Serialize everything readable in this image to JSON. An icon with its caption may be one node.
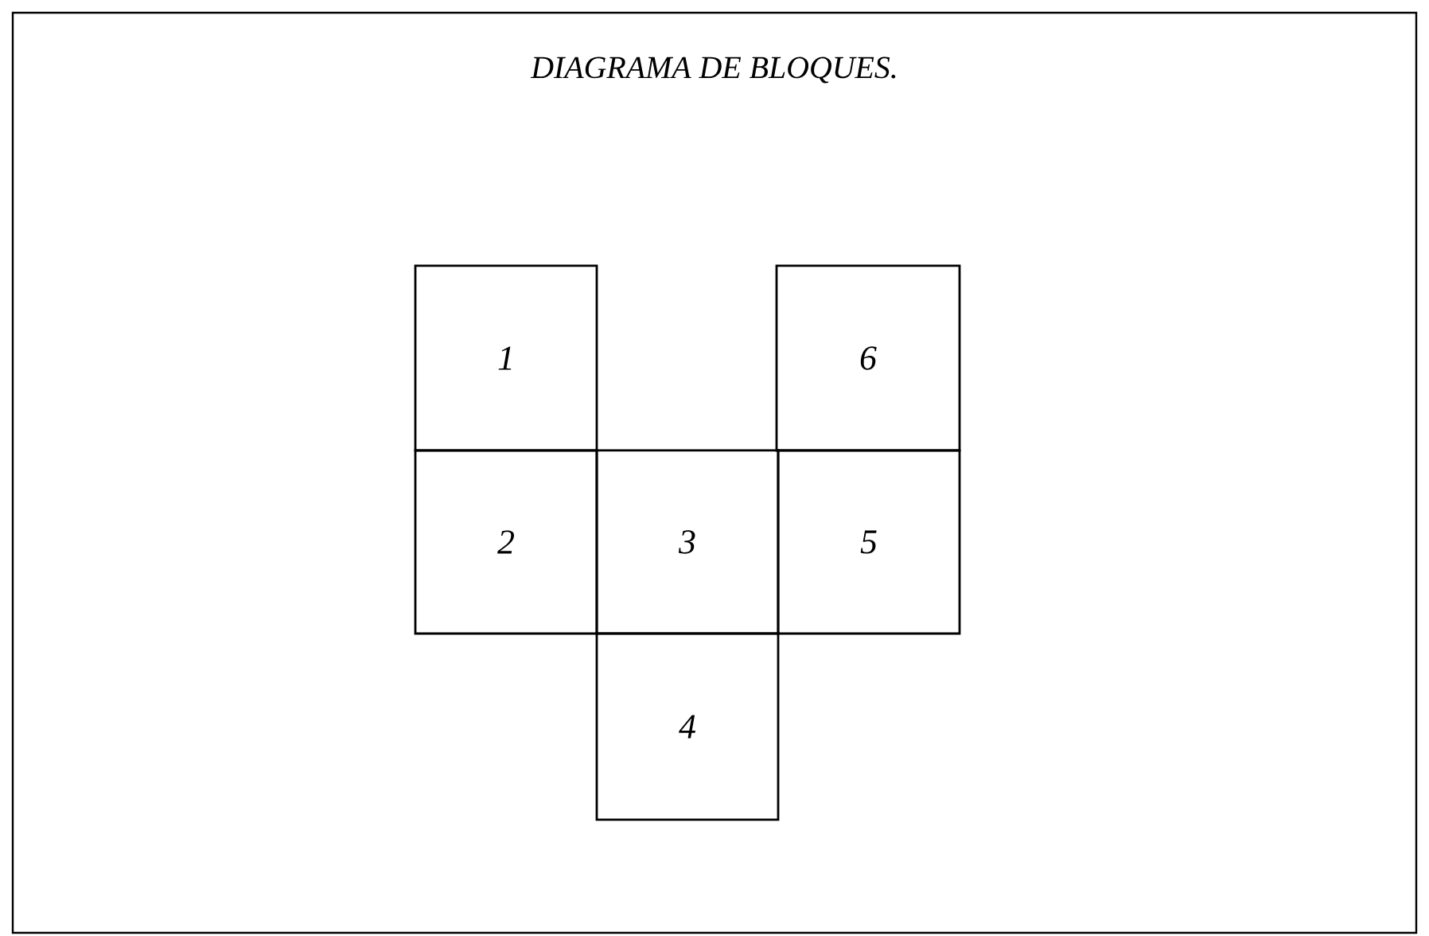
{
  "diagram": {
    "title": "DIAGRAMA DE BLOQUES.",
    "nodes": [
      {
        "text": [
          "1"
        ]
      },
      {
        "text": [
          "6"
        ]
      },
      {
        "text": [
          "2"
        ]
      },
      {
        "text": [
          "3"
        ]
      },
      {
        "text": [
          "5"
        ]
      },
      {
        "text": [
          "4"
        ]
      }
    ]
  }
}
